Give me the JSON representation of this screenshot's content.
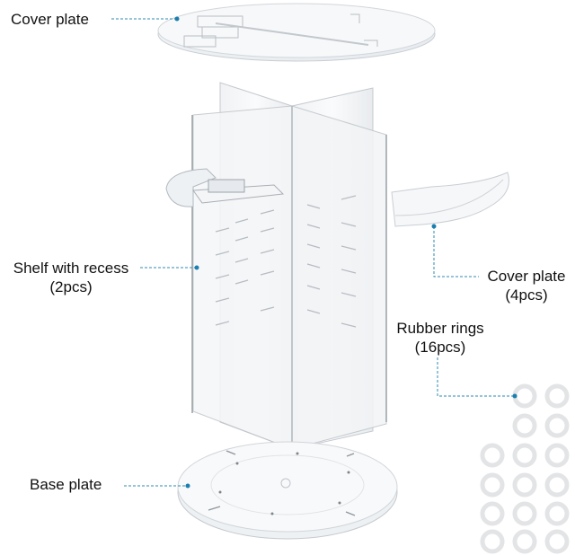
{
  "diagram": {
    "type": "exploded-parts-diagram",
    "subject": "Rotating acrylic organizer tower",
    "accent_color": "#1a7fb0",
    "parts": [
      {
        "id": "cover-plate-top",
        "label": "Cover plate",
        "quantity": ""
      },
      {
        "id": "shelf-with-recess",
        "label": "Shelf with recess",
        "quantity": "(2pcs)"
      },
      {
        "id": "cover-plate-side",
        "label": "Cover plate",
        "quantity": "(4pcs)"
      },
      {
        "id": "rubber-rings",
        "label": "Rubber rings",
        "quantity": "(16pcs)"
      },
      {
        "id": "base-plate",
        "label": "Base plate",
        "quantity": ""
      }
    ]
  }
}
